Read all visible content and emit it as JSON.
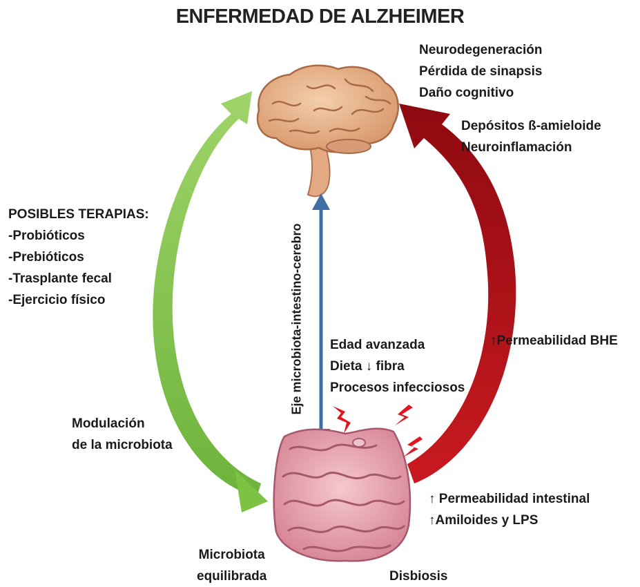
{
  "title": "ENFERMEDAD DE ALZHEIMER",
  "brain_effects": [
    "Neurodegeneración",
    "Pérdida de sinapsis",
    "Daño cognitivo"
  ],
  "brain_pathology": [
    "Depósitos ß-amieloide",
    "Neuroinflamación"
  ],
  "therapies": {
    "heading": "POSIBLES TERAPIAS:",
    "items": [
      "-Probióticos",
      "-Prebióticos",
      "-Trasplante fecal",
      "-Ejercicio físico"
    ]
  },
  "axis_label": "Eje microbiota-intestino-cerebro",
  "risk_factors": [
    "Edad avanzada",
    "Dieta ↓ fibra",
    "Procesos infecciosos"
  ],
  "bhe": "↑Permeabilidad BHE",
  "modulation": [
    "Modulación",
    "de la microbiota"
  ],
  "gut_effects": [
    "↑ Permeabilidad intestinal",
    "↑Amiloides y LPS"
  ],
  "balanced": [
    "Microbiota",
    "equilibrada"
  ],
  "dysbiosis": "Disbiosis",
  "colors": {
    "green_arrow": "#7dc243",
    "red_arrow": "#b00d14",
    "axis_arrow": "#3f6fa3",
    "brain": "#e8b48d",
    "gut": "#e8a8b4",
    "bolt": "#e3141b"
  }
}
